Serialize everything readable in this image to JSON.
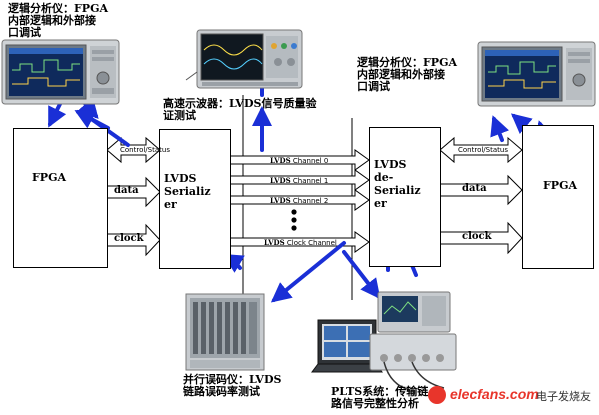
{
  "captions": {
    "la_left": [
      "逻辑分析仪：FPGA",
      "内部逻辑和外部接",
      "口调试"
    ],
    "la_right": [
      "逻辑分析仪：FPGA",
      "内部逻辑和外部接",
      "口调试"
    ],
    "scope": [
      "高速示波器：LVDS信号质量验",
      "证测试"
    ],
    "bert": [
      "并行误码仪：LVDS",
      "链路误码率测试"
    ],
    "plts": [
      "PLTS系统：传输链",
      "路信号完整性分析"
    ]
  },
  "blocks": {
    "fpga_left": "FPGA",
    "serializer": [
      "LVDS",
      "Serializ",
      "er"
    ],
    "deserializer": [
      "LVDS",
      "de-",
      "Serializ",
      "er"
    ],
    "fpga_right": "FPGA"
  },
  "signals": {
    "control_left": "Control/Status",
    "data_left": "data",
    "clock_left": "clock",
    "control_right": "Control/Status",
    "data_right": "data",
    "clock_right": "clock"
  },
  "channels": [
    {
      "prefix": "LVDS",
      "name": "Channel 0"
    },
    {
      "prefix": "LVDS",
      "name": "Channel 1"
    },
    {
      "prefix": "LVDS",
      "name": "Channel 2"
    },
    {
      "prefix": "LVDS",
      "name": "Clock Channel"
    }
  ],
  "watermark": {
    "site": "elecfans.com",
    "brand": "电子发烧友"
  },
  "colors": {
    "arrow_blue": "#1a2fd6",
    "box_border": "#000000",
    "watermark_red": "#e8352b"
  }
}
